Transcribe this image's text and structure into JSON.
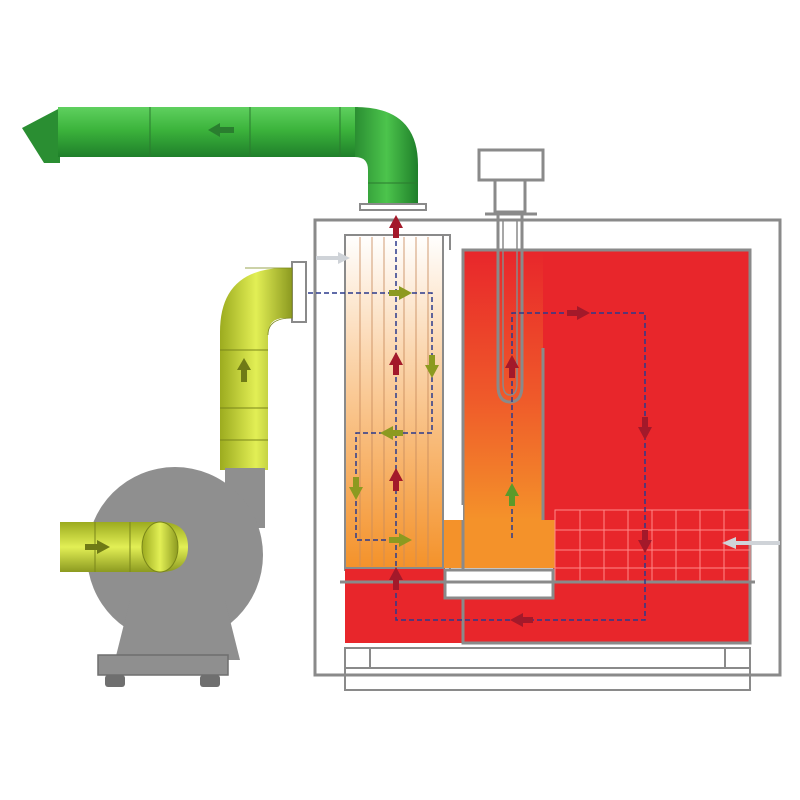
{
  "diagram": {
    "kind": "industrial-oven-airflow-schematic",
    "colors": {
      "background": "#ffffff",
      "exhaust_duct": "#3cb43c",
      "fresh_air_duct": "#c4d636",
      "blower": "#8f8f8f",
      "oven_frame": "#8a8a8a",
      "heating_chamber": "#e8262b",
      "exchanger_hot": "#f4922a",
      "exchanger_cool": "#ffffff",
      "flow_path": "#2b3a8c",
      "arrow_hot": "#a3192a",
      "arrow_cold": "#8c9a20",
      "arrow_intake": "#cfd3d8"
    },
    "components": [
      {
        "id": "exhaust-duct",
        "icon": "green-duct"
      },
      {
        "id": "fresh-air-duct",
        "icon": "yellow-duct"
      },
      {
        "id": "blower-fan",
        "icon": "centrifugal-fan"
      },
      {
        "id": "heat-exchanger",
        "icon": "tube-bundle"
      },
      {
        "id": "burner",
        "icon": "burner-box"
      },
      {
        "id": "heating-chamber",
        "icon": "red-chamber"
      },
      {
        "id": "product-rack",
        "icon": "grid-rack"
      }
    ]
  }
}
